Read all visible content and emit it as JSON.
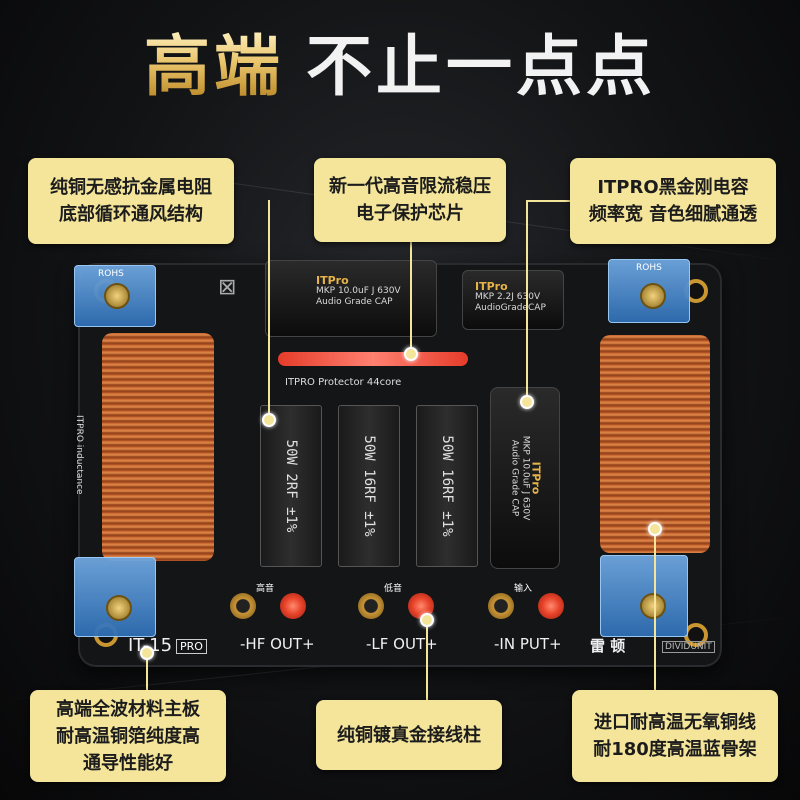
{
  "headline": {
    "gold": "高端",
    "white": "不止一点点"
  },
  "callouts": {
    "top_left": [
      "纯铜无感抗金属电阻",
      "底部循环通风结构"
    ],
    "top_center": [
      "新一代高音限流稳压",
      "电子保护芯片"
    ],
    "top_right": [
      "ITPRO黑金刚电容",
      "频率宽 音色细腻通透"
    ],
    "bottom_left": [
      "高端全波材料主板",
      "耐高温铜箔纯度高",
      "通导性能好"
    ],
    "bottom_center": [
      "纯铜镀真金接线柱"
    ],
    "bottom_right": [
      "进口耐高温无氧铜线",
      "耐180度高温蓝骨架"
    ]
  },
  "board": {
    "cap_top": {
      "brand": "ITPro",
      "line1": "MKP 10.0uF J 630V",
      "line2": "Audio Grade CAP"
    },
    "cap_small": {
      "brand": "ITPro",
      "line1": "MKP 2.2J 630V",
      "line2": "AudioGradeCAP"
    },
    "cap_vertical": {
      "brand": "ITPro",
      "line1": "MKP 10.0uF J 630V",
      "line2": "Audio Grade CAP"
    },
    "protector_label": "ITPRO Protector 44core",
    "resistors": [
      "50W 2RF ±1%",
      "50W 16RF ±1%",
      "50W 16RF ±1%"
    ],
    "inductance_label": "ITPRO inductance",
    "rohs": "ROHS",
    "terminals": {
      "hf": "-HF OUT+",
      "lf": "-LF OUT+",
      "in": "-IN PUT+"
    },
    "terminal_small": {
      "hf": "高音",
      "lf": "低音",
      "in": "输入"
    },
    "brand_cn": "雷 顿",
    "model": "IT-15",
    "model_badge": "PRO",
    "unit_label": "DIVIDUNIT"
  }
}
